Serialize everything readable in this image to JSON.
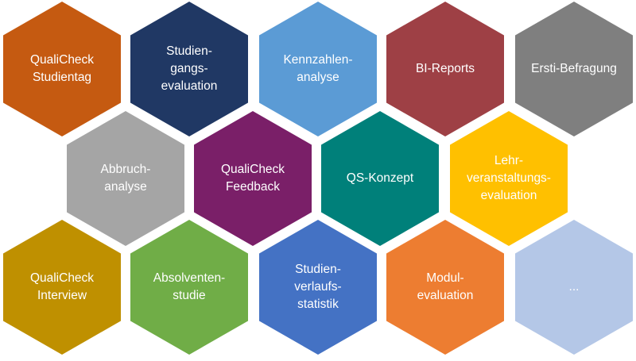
{
  "hexagons": [
    {
      "label": "QualiCheck\nStudientag",
      "color": "#C55A11"
    },
    {
      "label": "Studien-\ngangs-\nevaluation",
      "color": "#203864"
    },
    {
      "label": "Kennzahlen-\nanalyse",
      "color": "#5B9BD5"
    },
    {
      "label": "BI-Reports",
      "color": "#9E4045"
    },
    {
      "label": "Ersti-Befragung",
      "color": "#7F7F7F"
    },
    {
      "label": "Abbruch-\nanalyse",
      "color": "#A5A5A5"
    },
    {
      "label": "QualiCheck\nFeedback",
      "color": "#7A1F68"
    },
    {
      "label": "QS-Konzept",
      "color": "#00807A"
    },
    {
      "label": "Lehr-\nveranstaltungs-\nevaluation",
      "color": "#FFC000"
    },
    {
      "label": "QualiCheck\nInterview",
      "color": "#BF9000"
    },
    {
      "label": "Absolventen-\nstudie",
      "color": "#70AD47"
    },
    {
      "label": "Studien-\nverlaufs-\nstatistik",
      "color": "#4472C4"
    },
    {
      "label": "Modul-\nevaluation",
      "color": "#ED7D31"
    },
    {
      "label": "...",
      "color": "#B4C7E7"
    }
  ]
}
